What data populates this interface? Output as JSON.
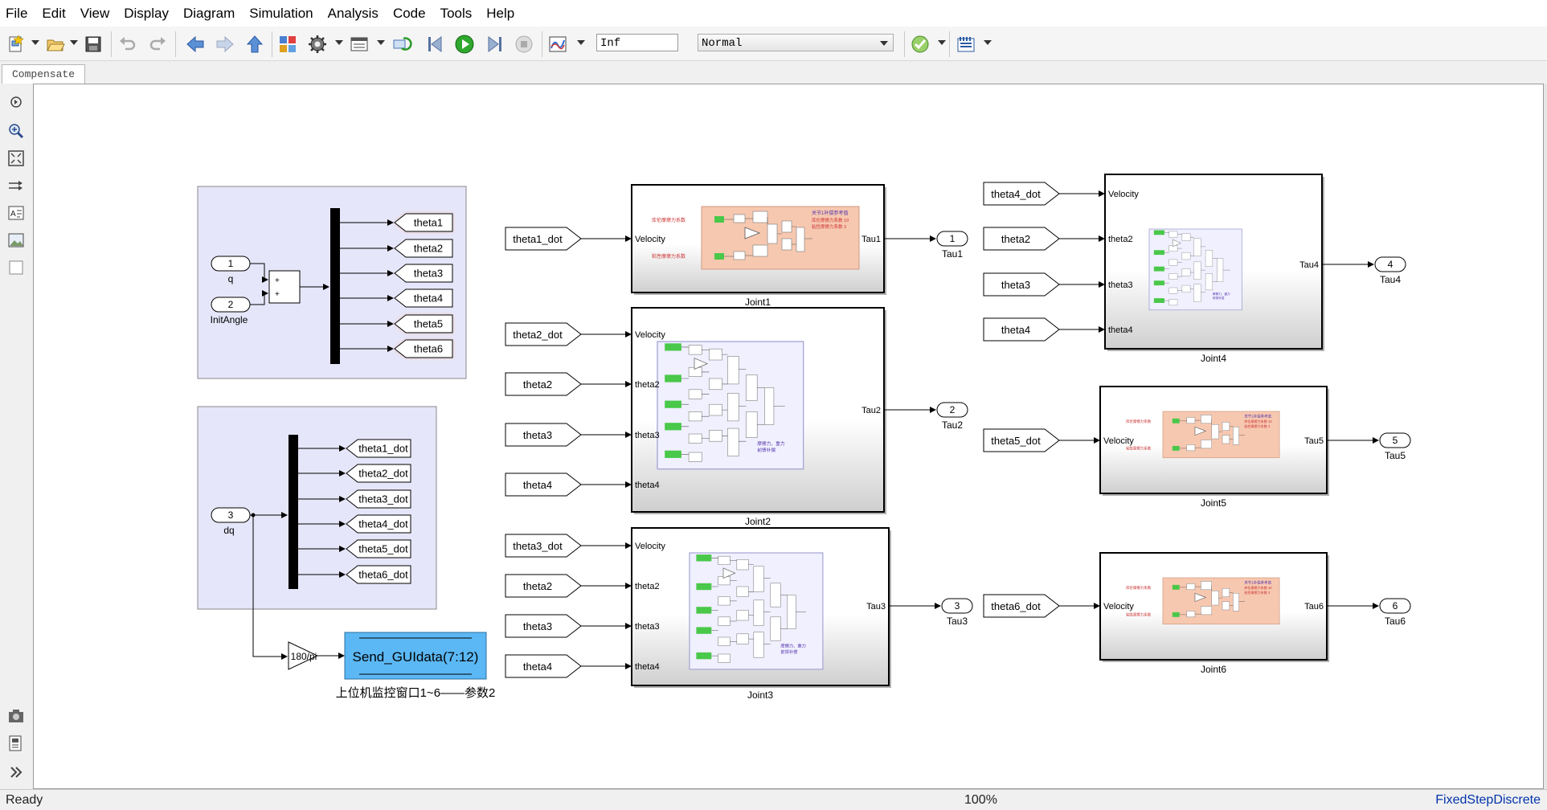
{
  "menu": [
    "File",
    "Edit",
    "View",
    "Display",
    "Diagram",
    "Simulation",
    "Analysis",
    "Code",
    "Tools",
    "Help"
  ],
  "toolbar": {
    "stop_time": "Inf",
    "sim_mode": "Normal",
    "icons": [
      "new-model-icon",
      "open-icon",
      "save-icon",
      "undo-icon",
      "redo-icon",
      "back-icon",
      "forward-icon",
      "up-icon",
      "library-browser-icon",
      "model-config-icon",
      "model-explorer-icon",
      "refresh-icon",
      "step-back-icon",
      "run-icon",
      "step-forward-icon",
      "stop-icon",
      "data-inspector-icon",
      "model-advisor-icon",
      "build-icon"
    ]
  },
  "tab": "Compensate",
  "status": {
    "ready": "Ready",
    "zoom": "100%",
    "solver": "FixedStepDiscrete"
  },
  "diagram": {
    "inport_q": {
      "num": "1",
      "name": "q"
    },
    "inport_init": {
      "num": "2",
      "name": "InitAngle"
    },
    "inport_dq": {
      "num": "3",
      "name": "dq"
    },
    "sum_signs": [
      "+",
      "+"
    ],
    "theta_tags": [
      "theta1",
      "theta2",
      "theta3",
      "theta4",
      "theta5",
      "theta6"
    ],
    "dot_tags": [
      "theta1_dot",
      "theta2_dot",
      "theta3_dot",
      "theta4_dot",
      "theta5_dot",
      "theta6_dot"
    ],
    "gain": "180/pi",
    "gui_block": "Send_GUIdata(7:12)",
    "gui_label": "上位机监控窗口1~6——参数2",
    "joint1": {
      "name": "Joint1",
      "inputs": [
        "theta1_dot"
      ],
      "ports": [
        "Velocity"
      ],
      "out": "Tau1"
    },
    "joint2": {
      "name": "Joint2",
      "inputs": [
        "theta2_dot",
        "theta2",
        "theta3",
        "theta4"
      ],
      "ports": [
        "Velocity",
        "theta2",
        "theta3",
        "theta4"
      ],
      "out": "Tau2"
    },
    "joint3": {
      "name": "Joint3",
      "inputs": [
        "theta3_dot",
        "theta2",
        "theta3",
        "theta4"
      ],
      "ports": [
        "Velocity",
        "theta2",
        "theta3",
        "theta4"
      ],
      "out": "Tau3"
    },
    "joint4": {
      "name": "Joint4",
      "inputs": [
        "theta4_dot",
        "theta2",
        "theta3",
        "theta4"
      ],
      "ports": [
        "Velocity",
        "theta2",
        "theta3",
        "theta4"
      ],
      "out": "Tau4"
    },
    "joint5": {
      "name": "Joint5",
      "inputs": [
        "theta5_dot"
      ],
      "ports": [
        "Velocity"
      ],
      "out": "Tau5"
    },
    "joint6": {
      "name": "Joint6",
      "inputs": [
        "theta6_dot"
      ],
      "ports": [
        "Velocity"
      ],
      "out": "Tau6"
    },
    "outports": [
      {
        "num": "1",
        "name": "Tau1"
      },
      {
        "num": "2",
        "name": "Tau2"
      },
      {
        "num": "3",
        "name": "Tau3"
      },
      {
        "num": "4",
        "name": "Tau4"
      },
      {
        "num": "5",
        "name": "Tau5"
      },
      {
        "num": "6",
        "name": "Tau6"
      }
    ],
    "colors": {
      "subsystem_bg": "#e6e6fa",
      "bus_bar": "#000000",
      "gui_block": "#5bb8f5",
      "preview_orange": "#f6c7ae",
      "preview_purple": "#eeeeff",
      "signal_green": "#44cc44"
    }
  }
}
